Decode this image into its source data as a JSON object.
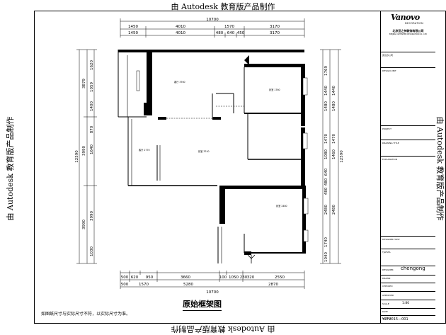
{
  "watermark": "由 Autodesk 教育版产品制作",
  "dims_top": {
    "overall": "10700",
    "row1": [
      "1450",
      "4010",
      "1570",
      "3170"
    ],
    "row2": [
      "1450",
      "4010",
      "480",
      "640",
      "450",
      "3170"
    ]
  },
  "dims_bottom": {
    "row1": [
      "500",
      "620",
      "950",
      "3660",
      "100",
      "1050",
      "230",
      "320",
      "2550"
    ],
    "row2": [
      "500",
      "1570",
      "5280",
      "2870"
    ],
    "overall": "10700"
  },
  "dims_left": {
    "col1": [
      "3879",
      "3990",
      "3990"
    ],
    "col2": [
      "1620",
      "1059",
      "1400",
      "870",
      "1640",
      "3990",
      "1030"
    ],
    "overall": "12590"
  },
  "dims_right": {
    "col1": [
      "1769",
      "1440",
      "1480",
      "1470",
      "1080",
      "640",
      "480",
      "480",
      "2480",
      "1740",
      "1040"
    ],
    "col2": [
      "1440",
      "1480",
      "1470",
      "1460",
      "2480"
    ],
    "overall": "12590"
  },
  "rooms": [
    {
      "label": "客厅 3760"
    },
    {
      "label": "卧室 1760"
    },
    {
      "label": "客厅 2770"
    },
    {
      "label": "卧室 3740"
    },
    {
      "label": "卧室 2480"
    }
  ],
  "sheet_title": "原始框架图",
  "note": "如图纸尺寸与实际尺寸不符，以实际尺寸为准。",
  "drawing_code": "YZF2015—001",
  "title_block": {
    "brand": "Vanovo",
    "brand_sub": "DECORATION",
    "company": "北京亚之神装饰有限公司",
    "company_en": "BEIJING YAZHISHEN DECORATION CO., LTD",
    "project_name": "武汉办公司",
    "design_unit": "DESIGN UNIT",
    "project_label": "PROJECT",
    "drawing_title_label": "DRAWING TITLE",
    "explanation_label": "EXPLANATION",
    "designer_host_label": "DESIGNER HOST",
    "tjlevel_label": "TJLEVEL",
    "designer_label": "DESIGNER",
    "designer": "chengong",
    "drawn_label": "DRAWN",
    "checked_label": "CHECKED",
    "approved_label": "APPROVED",
    "scale_label": "SCALE",
    "scale": "1:80",
    "date_label": "DATE",
    "no_label": "NO.",
    "dwg_label": "DWG NO"
  }
}
